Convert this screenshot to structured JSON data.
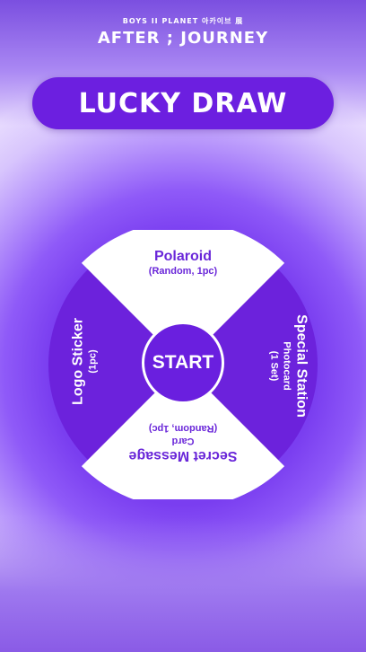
{
  "header": {
    "brand_small": "BOYS II PLANET 아카이브 展",
    "brand_main": "AFTER ; JOURNEY"
  },
  "title": "LUCKY DRAW",
  "wheel": {
    "start_label": "START",
    "segments": [
      {
        "position": "top",
        "line1": "Polaroid",
        "line2": "(Random, 1pc)"
      },
      {
        "position": "right",
        "line1": "Special Station",
        "line2": "Photocard",
        "line3": "(1 Set)"
      },
      {
        "position": "bottom",
        "line1": "Secret Message",
        "line2": "Card",
        "line3": "(Random, 1pc)"
      },
      {
        "position": "left",
        "line1": "Logo Sticker",
        "line2": "(1pc)"
      }
    ]
  },
  "colors": {
    "accent": "#6a1fdf",
    "wheel_purple": "#6c22dc",
    "wheel_white": "#ffffff"
  }
}
